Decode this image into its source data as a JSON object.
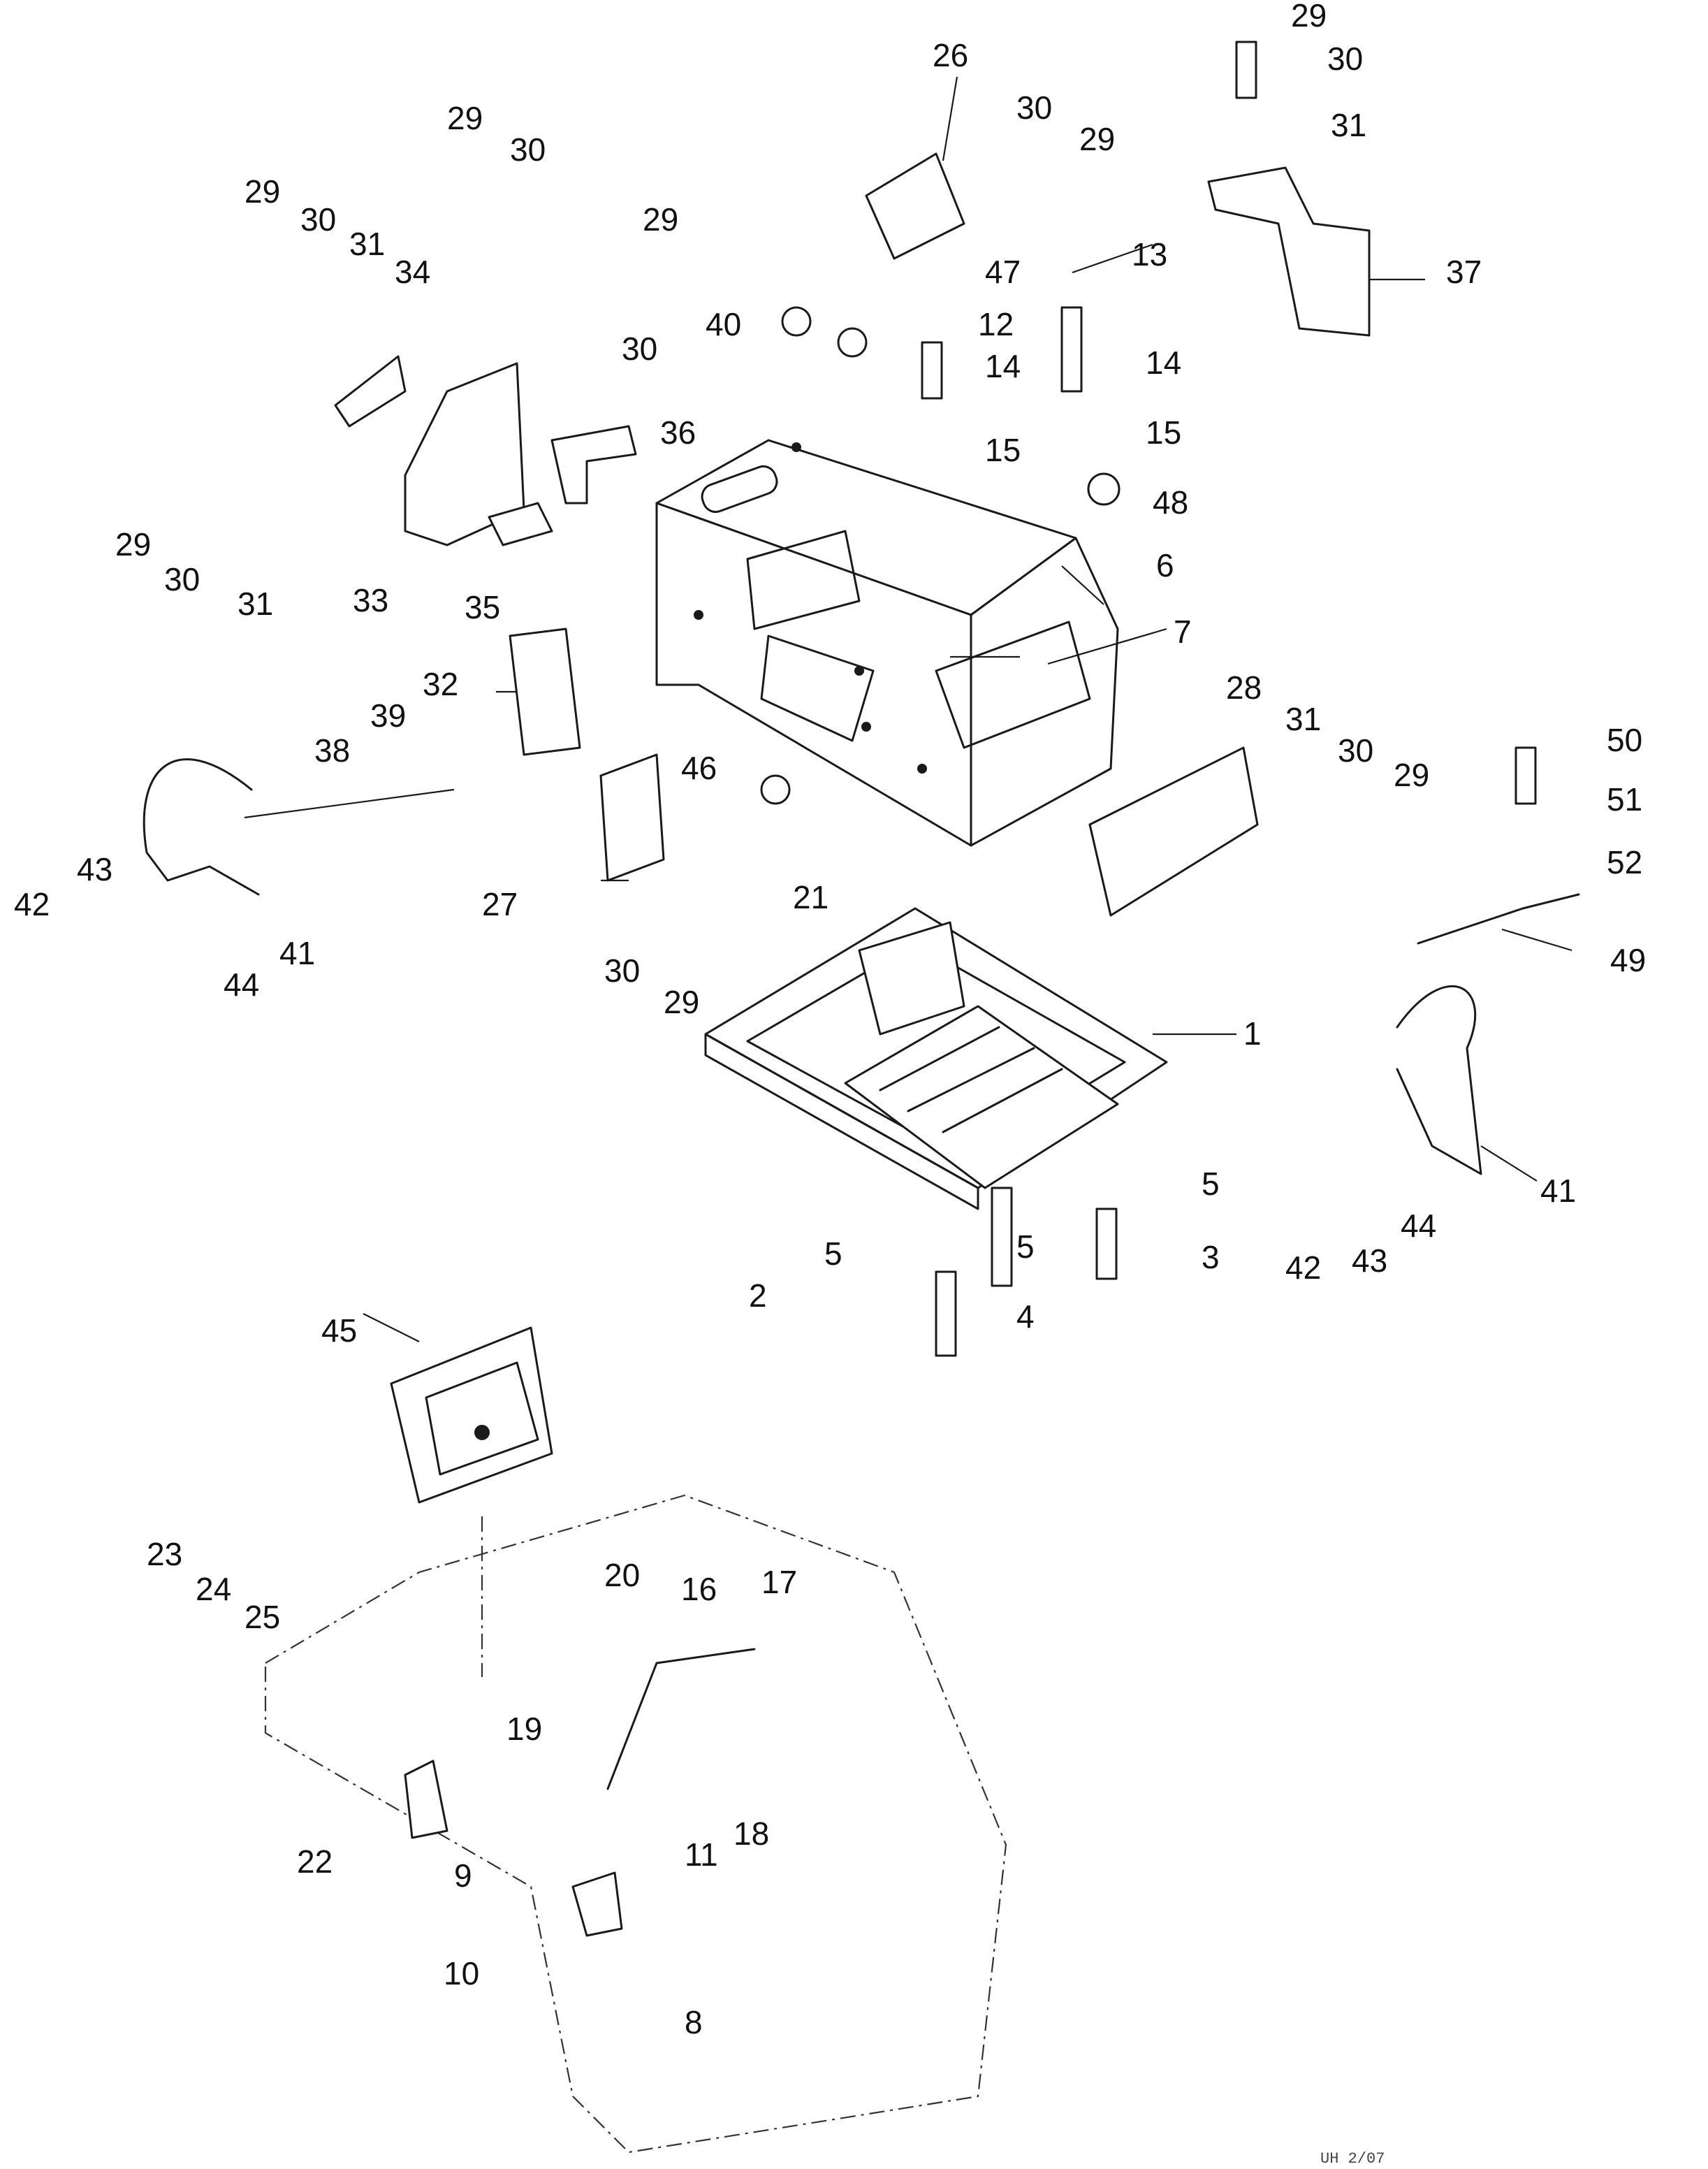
{
  "diagram": {
    "callouts": [
      {
        "id": "c1",
        "text": "1"
      },
      {
        "id": "c2",
        "text": "2"
      },
      {
        "id": "c3",
        "text": "3"
      },
      {
        "id": "c4",
        "text": "4"
      },
      {
        "id": "c5a",
        "text": "5"
      },
      {
        "id": "c5b",
        "text": "5"
      },
      {
        "id": "c5c",
        "text": "5"
      },
      {
        "id": "c6",
        "text": "6"
      },
      {
        "id": "c7",
        "text": "7"
      },
      {
        "id": "c8",
        "text": "8"
      },
      {
        "id": "c9",
        "text": "9"
      },
      {
        "id": "c10",
        "text": "10"
      },
      {
        "id": "c11",
        "text": "11"
      },
      {
        "id": "c12",
        "text": "12"
      },
      {
        "id": "c13",
        "text": "13"
      },
      {
        "id": "c14a",
        "text": "14"
      },
      {
        "id": "c14b",
        "text": "14"
      },
      {
        "id": "c15a",
        "text": "15"
      },
      {
        "id": "c15b",
        "text": "15"
      },
      {
        "id": "c16",
        "text": "16"
      },
      {
        "id": "c17",
        "text": "17"
      },
      {
        "id": "c18",
        "text": "18"
      },
      {
        "id": "c19",
        "text": "19"
      },
      {
        "id": "c20",
        "text": "20"
      },
      {
        "id": "c21",
        "text": "21"
      },
      {
        "id": "c22",
        "text": "22"
      },
      {
        "id": "c23",
        "text": "23"
      },
      {
        "id": "c24",
        "text": "24"
      },
      {
        "id": "c25",
        "text": "25"
      },
      {
        "id": "c26",
        "text": "26"
      },
      {
        "id": "c27",
        "text": "27"
      },
      {
        "id": "c28",
        "text": "28"
      },
      {
        "id": "c29a",
        "text": "29"
      },
      {
        "id": "c29b",
        "text": "29"
      },
      {
        "id": "c29c",
        "text": "29"
      },
      {
        "id": "c29d",
        "text": "29"
      },
      {
        "id": "c29e",
        "text": "29"
      },
      {
        "id": "c29f",
        "text": "29"
      },
      {
        "id": "c29g",
        "text": "29"
      },
      {
        "id": "c29h",
        "text": "29"
      },
      {
        "id": "c30a",
        "text": "30"
      },
      {
        "id": "c30b",
        "text": "30"
      },
      {
        "id": "c30c",
        "text": "30"
      },
      {
        "id": "c30d",
        "text": "30"
      },
      {
        "id": "c30e",
        "text": "30"
      },
      {
        "id": "c30f",
        "text": "30"
      },
      {
        "id": "c30g",
        "text": "30"
      },
      {
        "id": "c30h",
        "text": "30"
      },
      {
        "id": "c31a",
        "text": "31"
      },
      {
        "id": "c31b",
        "text": "31"
      },
      {
        "id": "c31c",
        "text": "31"
      },
      {
        "id": "c31d",
        "text": "31"
      },
      {
        "id": "c32",
        "text": "32"
      },
      {
        "id": "c33",
        "text": "33"
      },
      {
        "id": "c34",
        "text": "34"
      },
      {
        "id": "c35",
        "text": "35"
      },
      {
        "id": "c36",
        "text": "36"
      },
      {
        "id": "c37",
        "text": "37"
      },
      {
        "id": "c38",
        "text": "38"
      },
      {
        "id": "c39",
        "text": "39"
      },
      {
        "id": "c40",
        "text": "40"
      },
      {
        "id": "c41a",
        "text": "41"
      },
      {
        "id": "c41b",
        "text": "41"
      },
      {
        "id": "c42a",
        "text": "42"
      },
      {
        "id": "c42b",
        "text": "42"
      },
      {
        "id": "c43a",
        "text": "43"
      },
      {
        "id": "c43b",
        "text": "43"
      },
      {
        "id": "c44a",
        "text": "44"
      },
      {
        "id": "c44b",
        "text": "44"
      },
      {
        "id": "c45",
        "text": "45"
      },
      {
        "id": "c46",
        "text": "46"
      },
      {
        "id": "c47",
        "text": "47"
      },
      {
        "id": "c48",
        "text": "48"
      },
      {
        "id": "c49",
        "text": "49"
      },
      {
        "id": "c50",
        "text": "50"
      },
      {
        "id": "c51",
        "text": "51"
      },
      {
        "id": "c52",
        "text": "52"
      }
    ],
    "corner_stamp": "UH 2/07"
  }
}
